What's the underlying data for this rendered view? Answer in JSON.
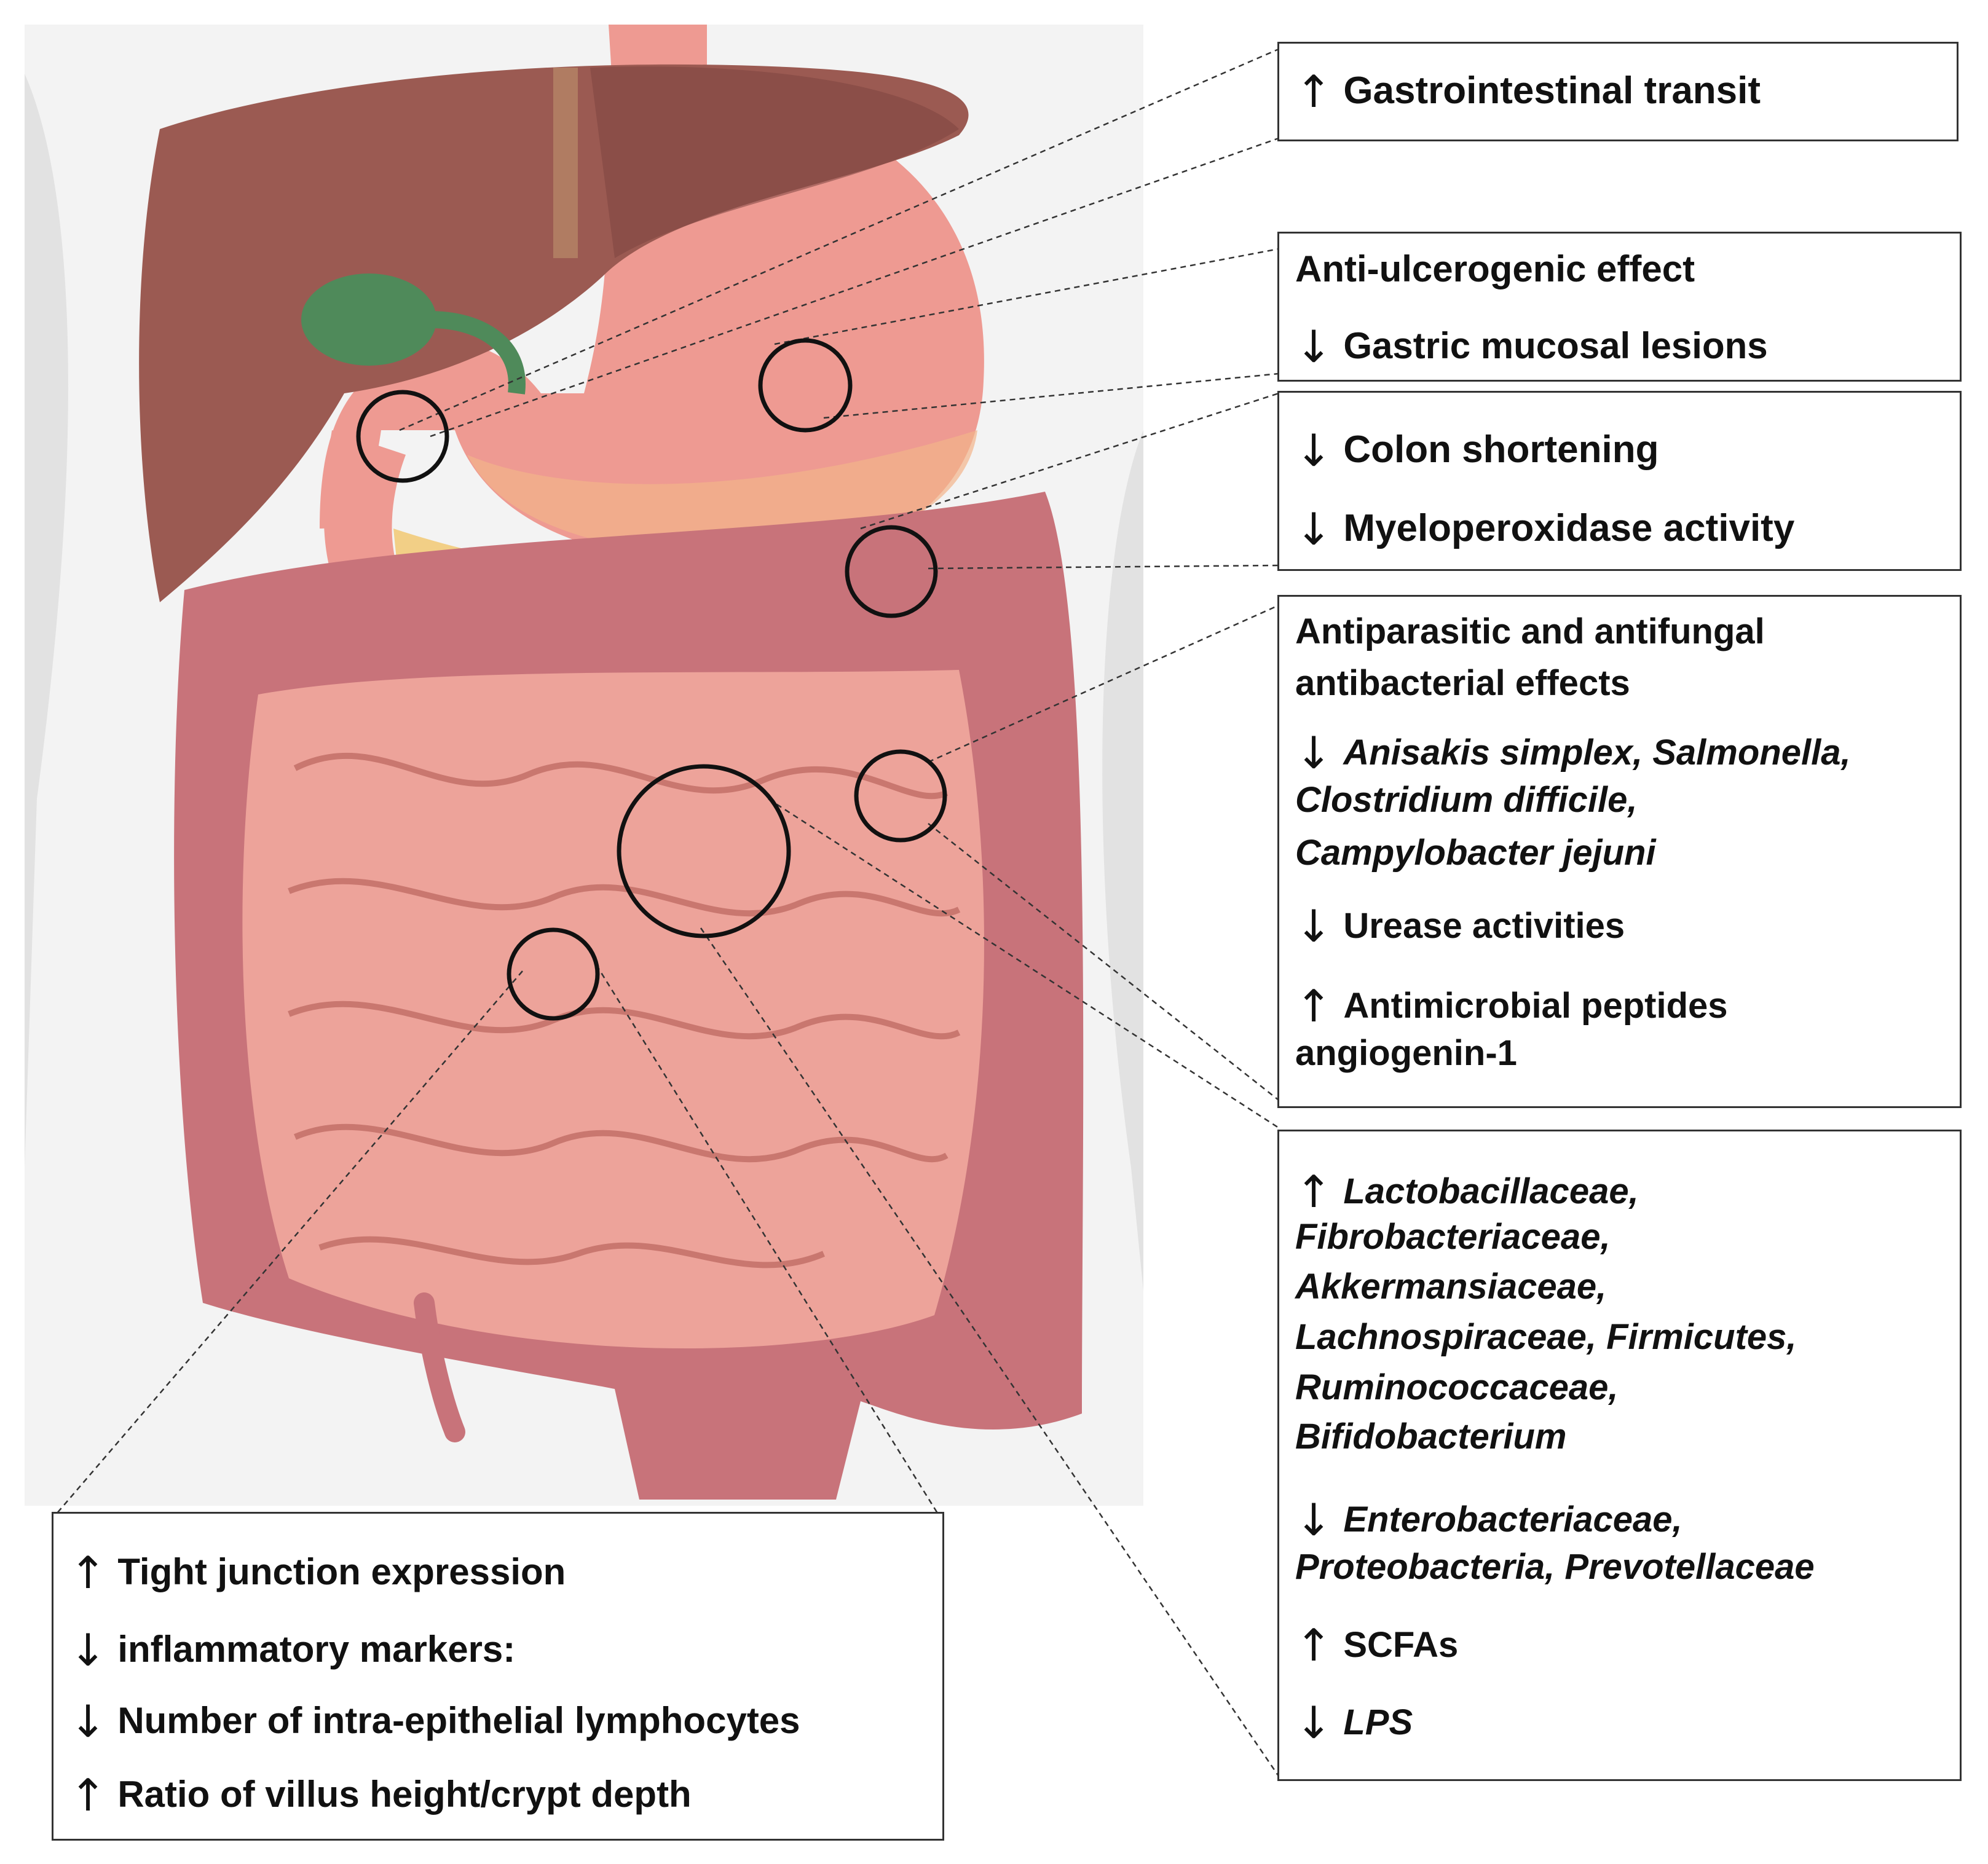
{
  "colors": {
    "liver": "#9b5a52",
    "liver_dark": "#7d4540",
    "gallbladder": "#4f8a5a",
    "stomach": "#ee9a92",
    "pancreas": "#f2cf86",
    "colon": "#c8737a",
    "small_intestine": "#eda39a",
    "body_shadow": "#e3e3e3",
    "circle_stroke": "#111111",
    "box_border": "#333333"
  },
  "icons": {
    "up": "↑",
    "down": "↓"
  },
  "boxes": {
    "transit": {
      "lines": [
        {
          "arrow": "up",
          "text": "Gastrointestinal transit"
        }
      ]
    },
    "ulcer": {
      "lines": [
        {
          "arrow": "",
          "text": "Anti-ulcerogenic effect"
        },
        {
          "arrow": "down",
          "text": "Gastric mucosal lesions"
        }
      ]
    },
    "colon": {
      "lines": [
        {
          "arrow": "down",
          "text": "Colon shortening"
        },
        {
          "arrow": "down",
          "text": "Myeloperoxidase activity"
        }
      ]
    },
    "antimicrobial": {
      "lines": [
        {
          "arrow": "",
          "text": "Antiparasitic and antifungal"
        },
        {
          "arrow": "",
          "text": "antibacterial effects"
        },
        {
          "arrow": "down",
          "text": "Anisakis simplex, Salmonella,",
          "italic": true
        },
        {
          "arrow": "",
          "text": "Clostridium difficile,",
          "italic": true
        },
        {
          "arrow": "",
          "text": "Campylobacter jejuni",
          "italic": true
        },
        {
          "arrow": "down",
          "text": "Urease activities"
        },
        {
          "arrow": "up",
          "text": "Antimicrobial peptides"
        },
        {
          "arrow": "",
          "text": "angiogenin-1"
        }
      ]
    },
    "microbiota": {
      "lines": [
        {
          "arrow": "up",
          "text": "Lactobacillaceae,",
          "italic": true
        },
        {
          "arrow": "",
          "text": "Fibrobacteriaceae,",
          "italic": true
        },
        {
          "arrow": "",
          "text": "Akkermansiaceae,",
          "italic": true
        },
        {
          "arrow": "",
          "text": "Lachnospiraceae, Firmicutes,",
          "italic": true
        },
        {
          "arrow": "",
          "text": "Ruminococcaceae,",
          "italic": true
        },
        {
          "arrow": "",
          "text": "Bifidobacterium",
          "italic": true
        },
        {
          "arrow": "down",
          "text": "Enterobacteriaceae,",
          "italic": true
        },
        {
          "arrow": "",
          "text": "Proteobacteria, Prevotellaceae",
          "italic": true
        },
        {
          "arrow": "up",
          "text": "SCFAs"
        },
        {
          "arrow": "down",
          "text": "LPS",
          "italic": true
        }
      ]
    },
    "barrier": {
      "lines": [
        {
          "arrow": "up",
          "text": "Tight junction expression"
        },
        {
          "arrow": "down",
          "text": "inflammatory markers:"
        },
        {
          "arrow": "down",
          "text": "Number of intra-epithelial lymphocytes"
        },
        {
          "arrow": "up",
          "text": "Ratio of villus height/crypt depth"
        }
      ]
    }
  }
}
